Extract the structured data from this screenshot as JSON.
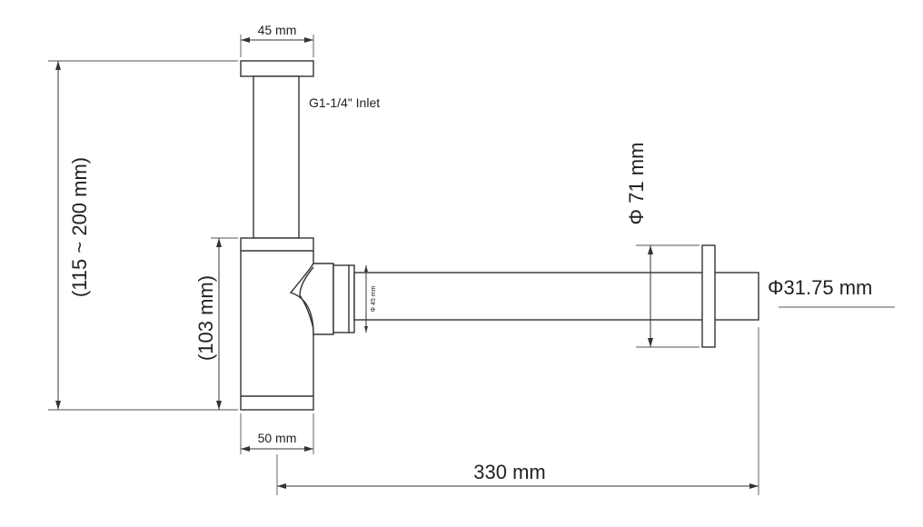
{
  "labels": {
    "top_width": "45 mm",
    "inlet": "G1-1/4\" Inlet",
    "total_height": "(115 ~ 200 mm)",
    "body_height": "(103 mm)",
    "body_width": "50 mm",
    "outlet_length": "330 mm",
    "flange_diameter": "Φ 71 mm",
    "pipe_diameter": "Φ31.75 mm",
    "socket_diameter": "Φ 45 mm"
  },
  "colors": {
    "line": "#333333",
    "background": "#ffffff"
  }
}
